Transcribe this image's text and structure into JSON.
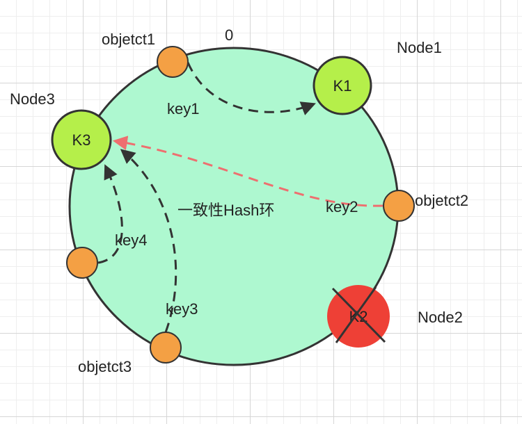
{
  "ring": {
    "label": "一致性Hash环",
    "fill": "#aef8d0",
    "stroke": "#333333",
    "top_mark": "0"
  },
  "nodes": [
    {
      "id": "node1",
      "key_label": "K1",
      "name": "Node1",
      "color": "#b5ef4a",
      "failed": false
    },
    {
      "id": "node2",
      "key_label": "K2",
      "name": "Node2",
      "color": "#ee4036",
      "failed": true
    },
    {
      "id": "node3",
      "key_label": "K3",
      "name": "Node3",
      "color": "#b5ef4a",
      "failed": false
    }
  ],
  "objects": [
    {
      "id": "obj1",
      "name": "objetct1"
    },
    {
      "id": "obj2",
      "name": "objetct2"
    },
    {
      "id": "obj3",
      "name": "objetct3"
    },
    {
      "id": "obj4",
      "name": ""
    }
  ],
  "object_color": "#f4a044",
  "edges": [
    {
      "id": "key1",
      "label": "key1",
      "color": "#333333"
    },
    {
      "id": "key2",
      "label": "key2",
      "color": "#ee6f6f"
    },
    {
      "id": "key3",
      "label": "key3",
      "color": "#333333"
    },
    {
      "id": "key4",
      "label": "key4",
      "color": "#333333"
    }
  ]
}
